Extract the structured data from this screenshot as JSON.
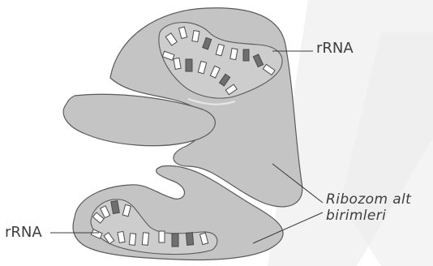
{
  "labels": {
    "rrna_top": "rRNA",
    "rrna_bottom": "rRNA",
    "subunits_line1": "Ribozom alt",
    "subunits_line2": "birimleri"
  },
  "colors": {
    "subunit_fill": "#c4c4c4",
    "subunit_stroke": "#5a5a5a",
    "rrna_dark": "#6f6f6f",
    "rrna_light": "#ffffff",
    "background_stripe": "#efefef",
    "text": "#3d3d3d"
  }
}
